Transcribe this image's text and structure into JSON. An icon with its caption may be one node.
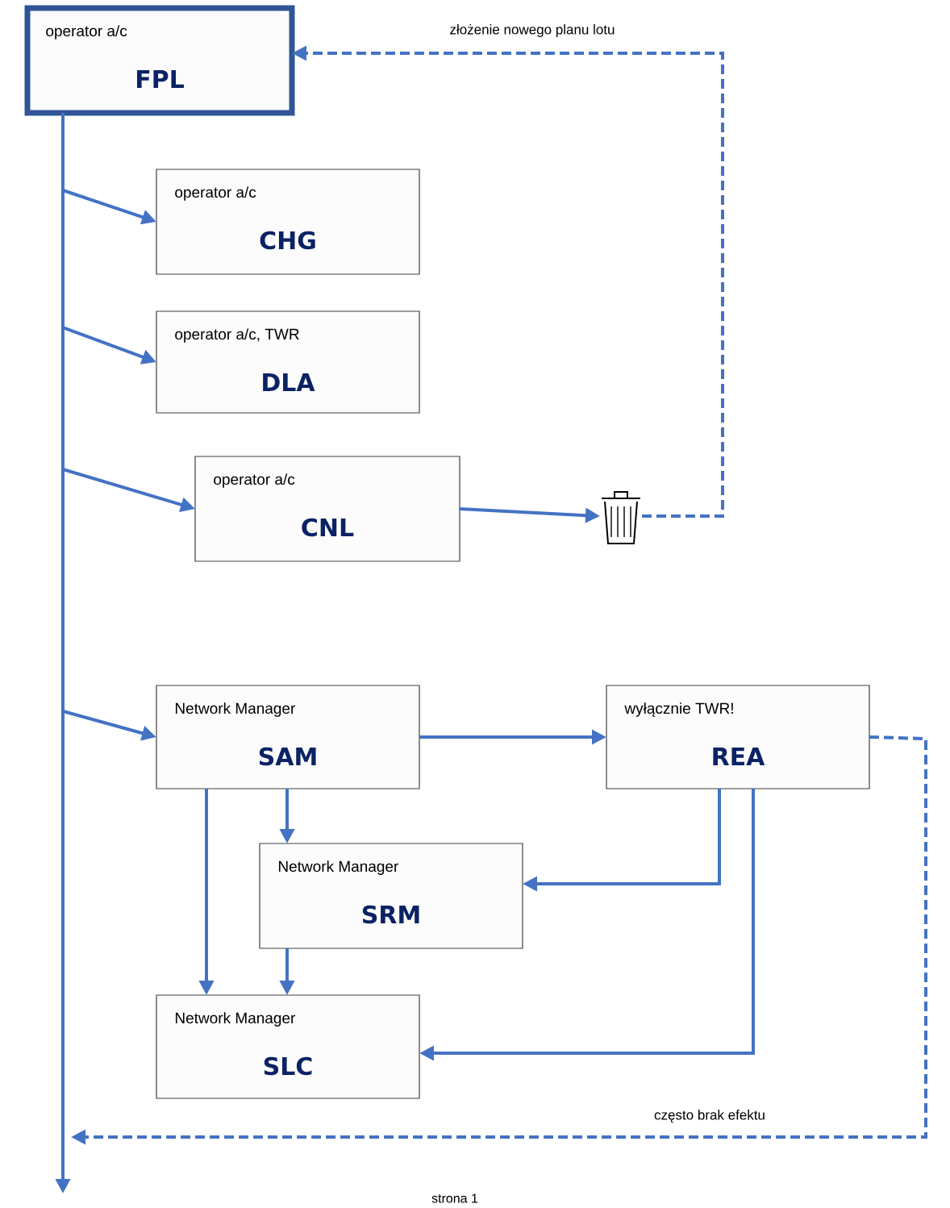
{
  "diagram": {
    "nodes": [
      {
        "text": [
          "operator a/c",
          "FPL"
        ]
      },
      {
        "text": [
          "operator a/c",
          "CHG"
        ]
      },
      {
        "text": [
          "operator a/c, TWR",
          "DLA"
        ]
      },
      {
        "text": [
          "operator a/c",
          "CNL"
        ]
      },
      {
        "text": [],
        "shape": "bin"
      },
      {
        "text": [
          "Network Manager",
          "SAM"
        ]
      },
      {
        "text": [
          "wyłącznie TWR!",
          "REA"
        ]
      },
      {
        "text": [
          "Network Manager",
          "SRM"
        ]
      },
      {
        "text": [
          "Network Manager",
          "SLC"
        ]
      }
    ],
    "edges": [
      {
        "from": 0,
        "to": null,
        "arrow": "to"
      },
      {
        "from": 0,
        "to": 1,
        "arrow": "to"
      },
      {
        "from": 0,
        "to": 2,
        "arrow": "to"
      },
      {
        "from": 0,
        "to": 3,
        "arrow": "to"
      },
      {
        "from": 0,
        "to": 5,
        "arrow": "to"
      },
      {
        "from": 3,
        "to": 4,
        "arrow": "to"
      },
      {
        "from": 4,
        "to": 0,
        "arrow": "to",
        "style": "dashed",
        "label": "złożenie nowego planu lotu"
      },
      {
        "from": 5,
        "to": 6,
        "arrow": "to"
      },
      {
        "from": 5,
        "to": 7,
        "arrow": "to"
      },
      {
        "from": 5,
        "to": 8,
        "arrow": "to"
      },
      {
        "from": 7,
        "to": 8,
        "arrow": "to"
      },
      {
        "from": 6,
        "to": 7,
        "arrow": "to"
      },
      {
        "from": 6,
        "to": 8,
        "arrow": "to"
      },
      {
        "from": 6,
        "to": null,
        "arrow": "to",
        "style": "dashed",
        "label": "często brak efektu"
      }
    ],
    "labels": [
      "strona 1"
    ]
  }
}
